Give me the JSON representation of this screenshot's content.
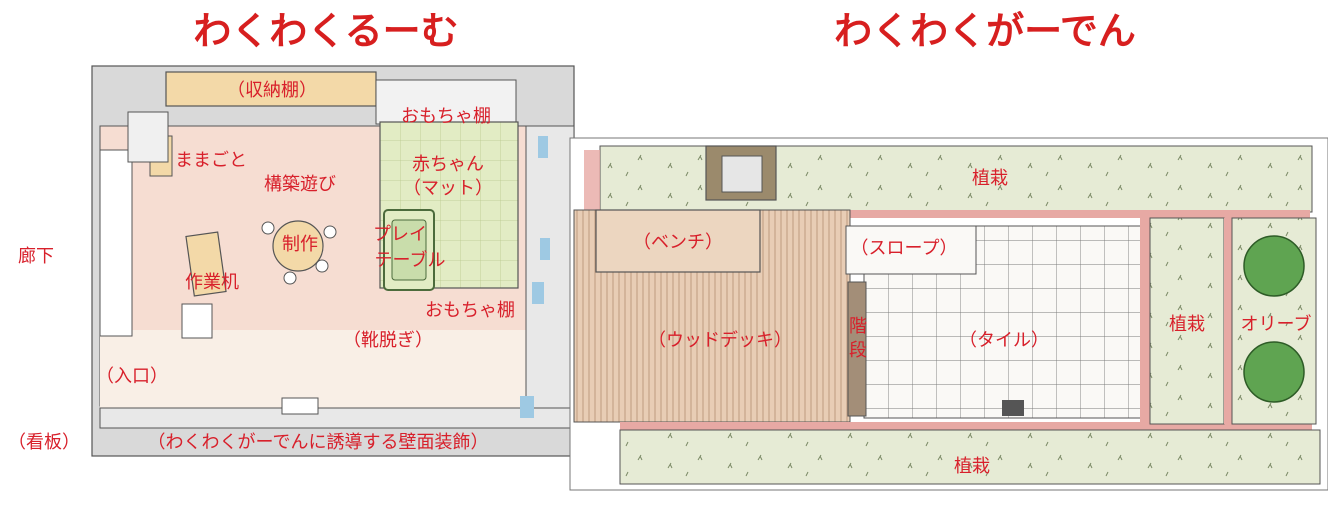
{
  "titles": {
    "room": "わくわくるーむ",
    "garden": "わくわくがーでん"
  },
  "room": {
    "storage_shelf": "（収納棚）",
    "toy_shelf_top": "おもちゃ棚",
    "house_play": "ままごと",
    "building_play": "構築遊び",
    "baby_line1": "赤ちゃん",
    "baby_line2": "（マット）",
    "crafts": "制作",
    "play_table_line1": "プレイ",
    "play_table_line2": "テーブル",
    "work_desk": "作業机",
    "toy_shelf_bottom": "おもちゃ棚",
    "shoe_area": "（靴脱ぎ）",
    "entrance": "（入口）",
    "corridor": "廊下",
    "signboard": "（看板）",
    "wall_decoration": "（わくわくがーでんに誘導する壁面装飾）"
  },
  "garden": {
    "planting_top": "植栽",
    "bench": "（ベンチ）",
    "slope": "（スロープ）",
    "wood_deck": "（ウッドデッキ）",
    "stairs_line1": "階",
    "stairs_line2": "段",
    "tile": "（タイル）",
    "planting_right": "植栽",
    "olive": "オリーブ",
    "planting_bottom": "植栽"
  },
  "colors": {
    "label_red": "#d8202b",
    "title_red": "#d71f1f",
    "floor_pink": "#f6ddd2",
    "wall_gray": "#d9d9d9",
    "mat_green": "#e2ecc4",
    "shelf_tan": "#f3d9a8",
    "deck_tan": "#e8cdb5",
    "planting_green": "#e6ebd5",
    "edge_pink": "#e7a9a4",
    "window_blue": "#9ec9e3",
    "olive_green": "#5fa451"
  },
  "icons": [
    "tree-icon"
  ]
}
